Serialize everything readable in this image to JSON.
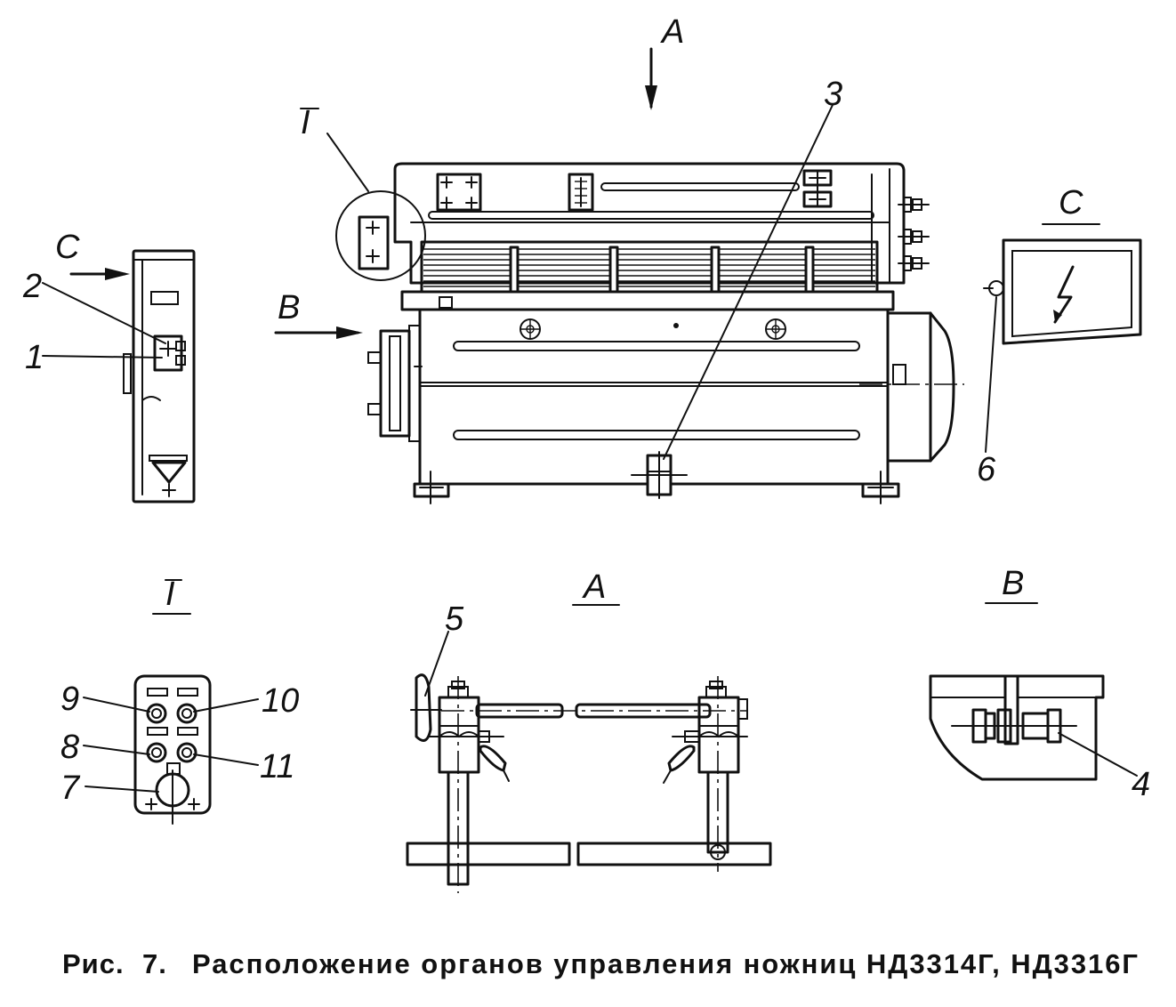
{
  "labels": {
    "l1": "1",
    "l2": "2",
    "l3": "3",
    "l4": "4",
    "l5": "5",
    "l6": "6",
    "l7": "7",
    "l8": "8",
    "l9": "9",
    "l10": "10",
    "l11": "11",
    "view_a_arrow": "А",
    "view_b_arrow": "В",
    "view_c_arrow": "С",
    "detail_i_mark": "I",
    "section_i": "I",
    "section_a": "А",
    "section_b": "В",
    "section_c": "С"
  },
  "caption": {
    "prefix": "Рис.",
    "number": "7.",
    "text": "Расположение органов управления ножниц НД3314Г, НД3316Г"
  },
  "colors": {
    "ink": "#111111",
    "paper": "#ffffff"
  }
}
